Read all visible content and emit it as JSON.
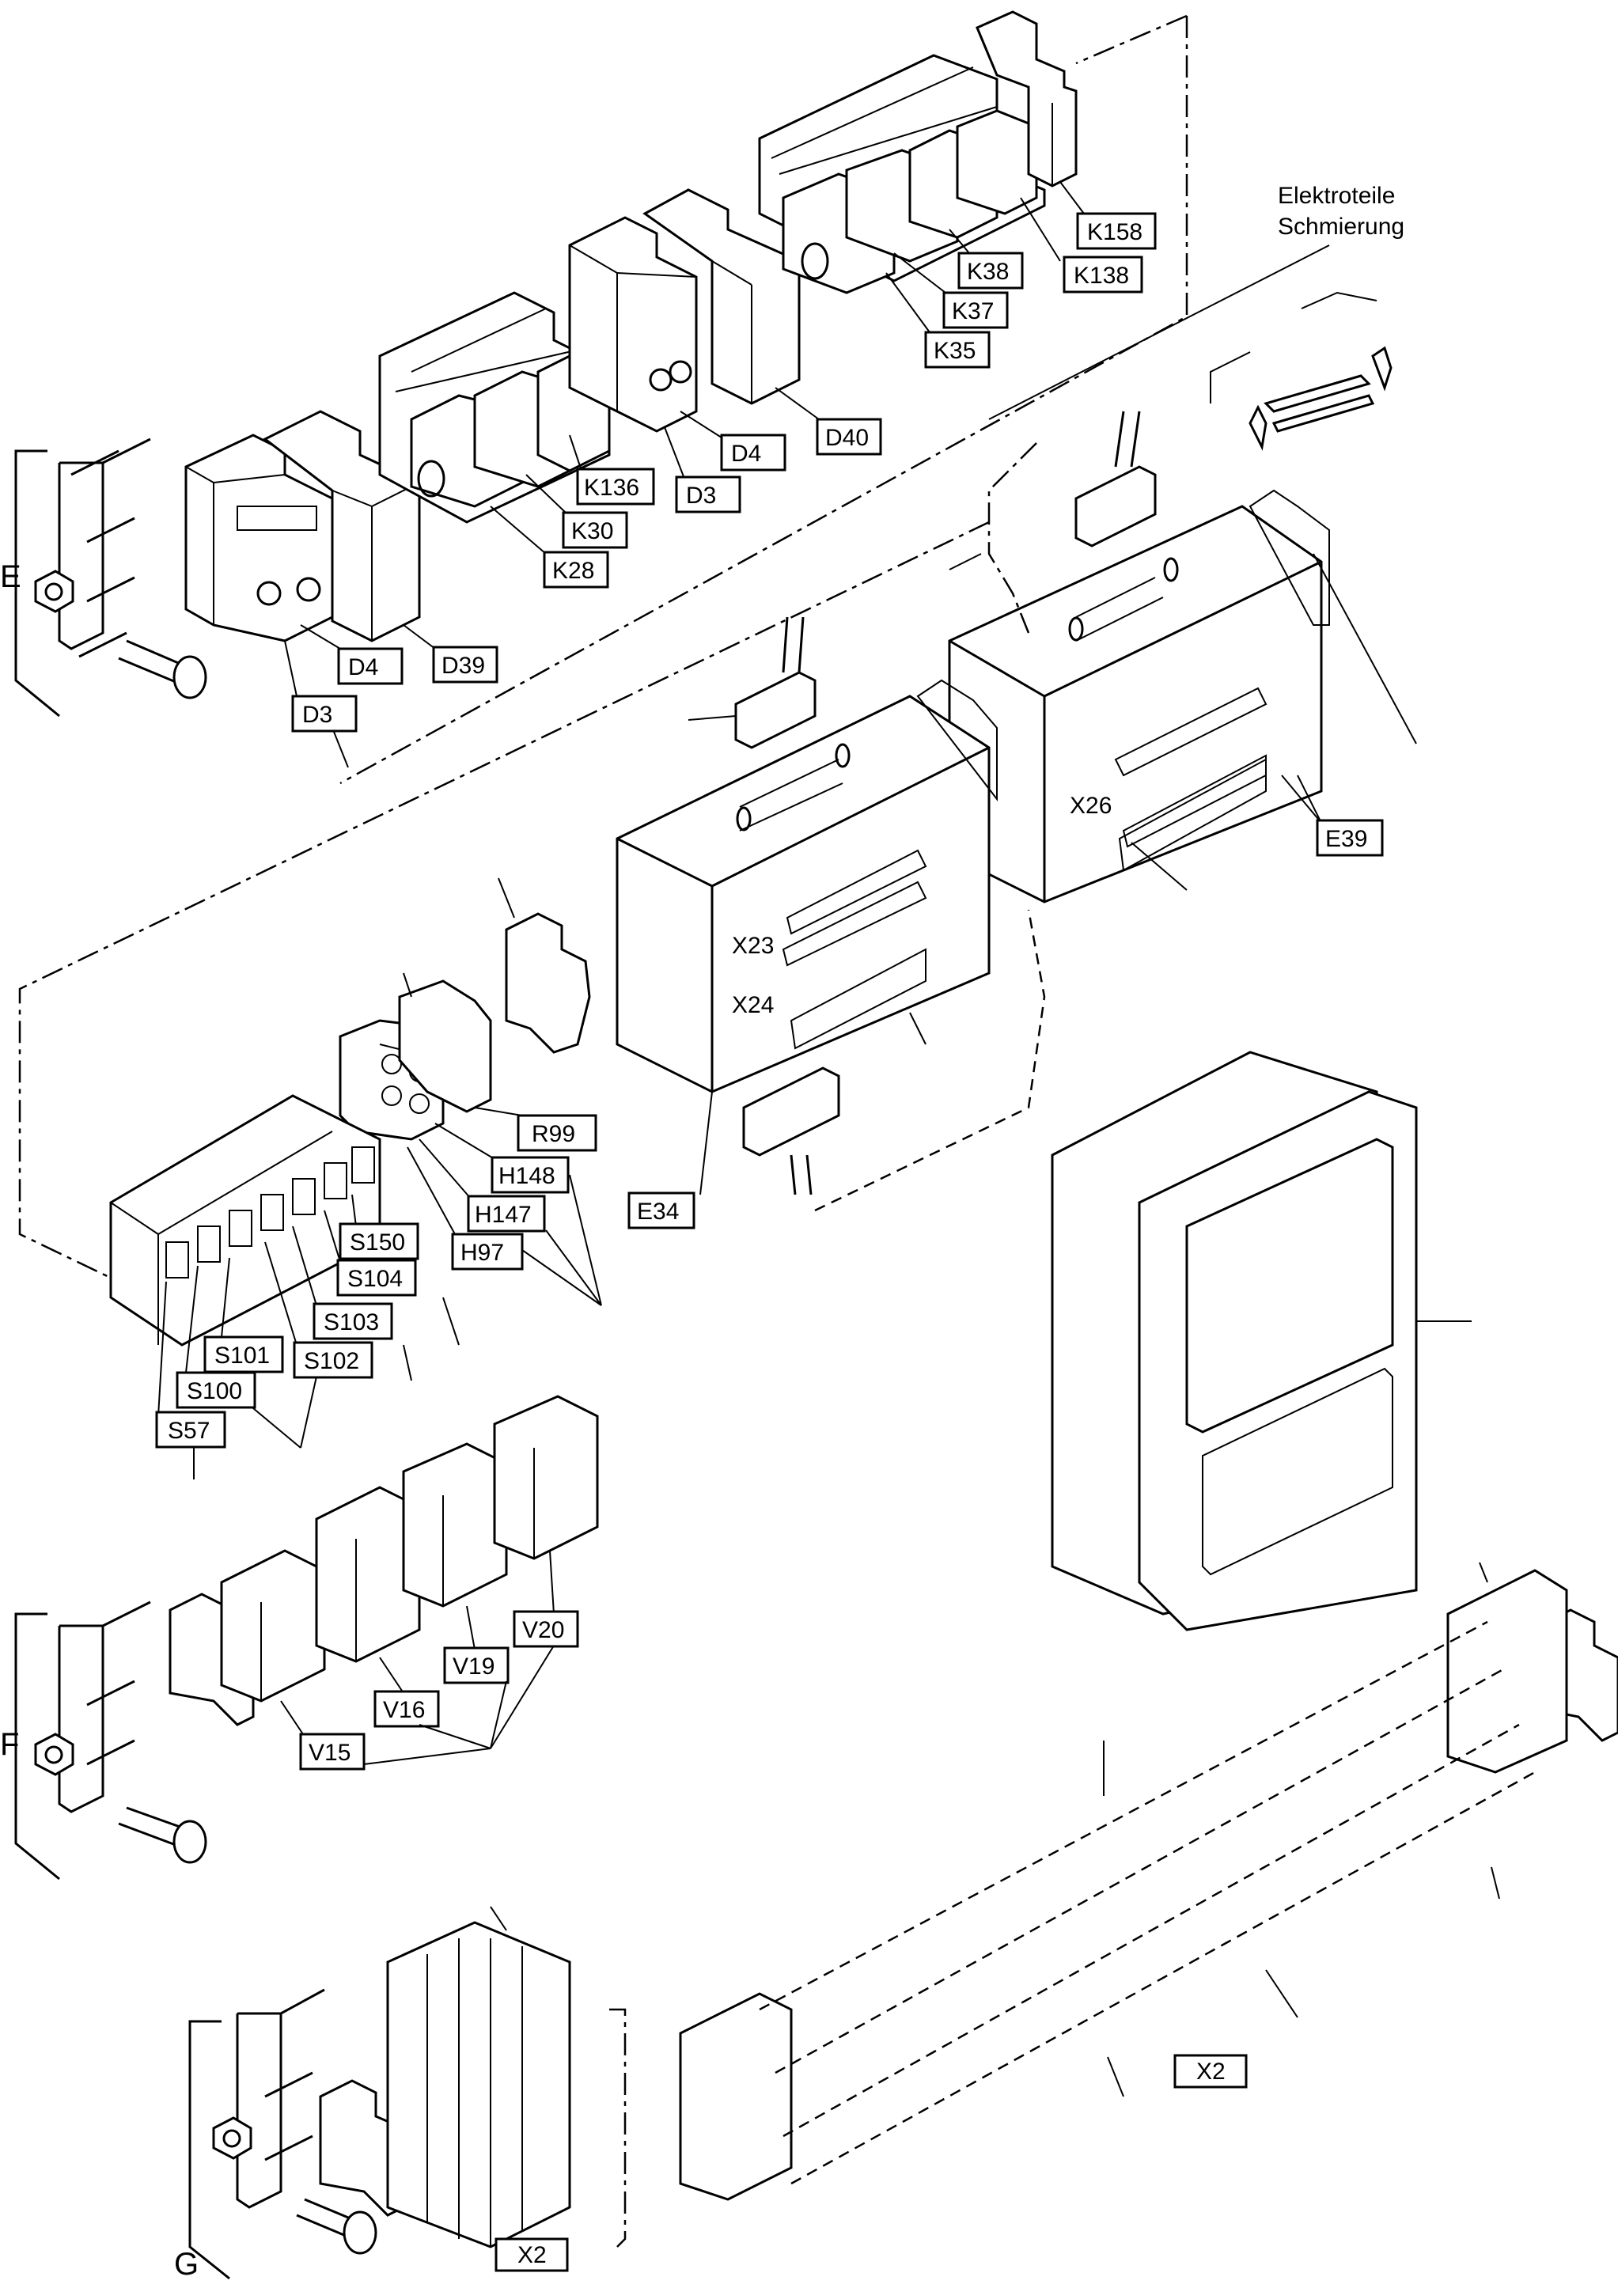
{
  "header": {
    "line1": "Elektroteile",
    "line2": "Schmierung"
  },
  "groups": {
    "e": "E",
    "f": "F",
    "g": "G"
  },
  "labels": {
    "k158": "K158",
    "k138": "K138",
    "k38": "K38",
    "k37": "K37",
    "k35": "K35",
    "d40": "D40",
    "d4a": "D4",
    "d3a": "D3",
    "k136": "K136",
    "k30": "K30",
    "k28": "K28",
    "d4b": "D4",
    "d39": "D39",
    "d3b": "D3",
    "e39": "E39",
    "x26": "X26",
    "x23": "X23",
    "x24": "X24",
    "e34": "E34",
    "r99": "R99",
    "h148": "H148",
    "h147": "H147",
    "h97": "H97",
    "s150": "S150",
    "s104": "S104",
    "s103": "S103",
    "s102": "S102",
    "s101": "S101",
    "s100": "S100",
    "s57": "S57",
    "v20": "V20",
    "v19": "V19",
    "v16": "V16",
    "v15": "V15",
    "x2a": "X2",
    "x2b": "X2"
  },
  "colors": {
    "ink": "#000000",
    "paper": "#ffffff"
  }
}
